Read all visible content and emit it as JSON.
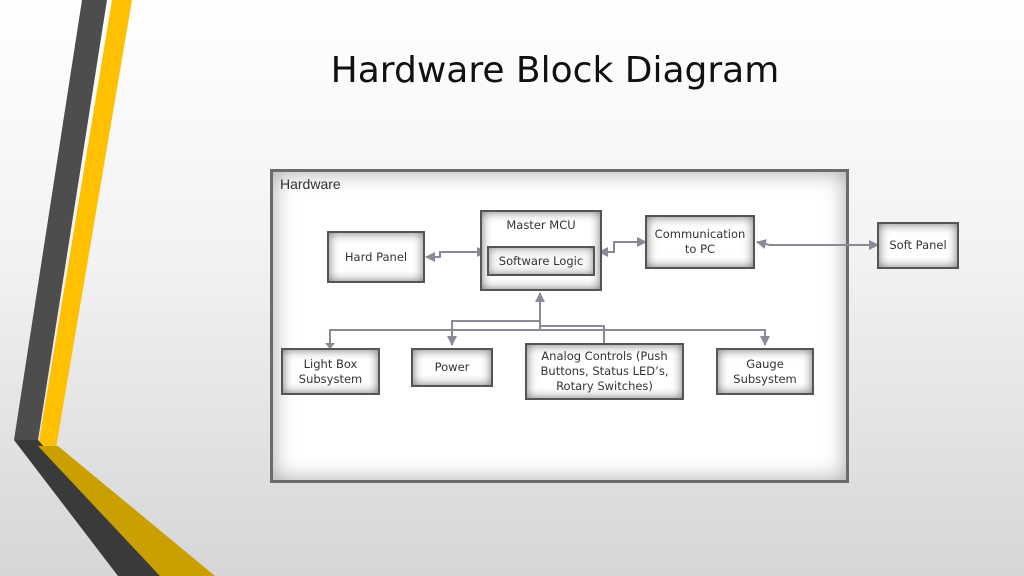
{
  "slide": {
    "title": "Hardware Block Diagram"
  },
  "diagram": {
    "container_label": "Hardware",
    "blocks": {
      "master_mcu": "Master MCU",
      "software_logic": "Software Logic",
      "hard_panel": "Hard Panel",
      "communication": "Communication to PC",
      "soft_panel": "Soft Panel",
      "light_box": "Light Box Subsystem",
      "power": "Power",
      "analog_controls": "Analog Controls (Push Buttons, Status LED’s, Rotary Switches)",
      "gauge": "Gauge Subsystem"
    }
  },
  "colors": {
    "accent_yellow": "#FFC000",
    "accent_dark": "#4D4D4D",
    "connector": "#8A8A96"
  }
}
